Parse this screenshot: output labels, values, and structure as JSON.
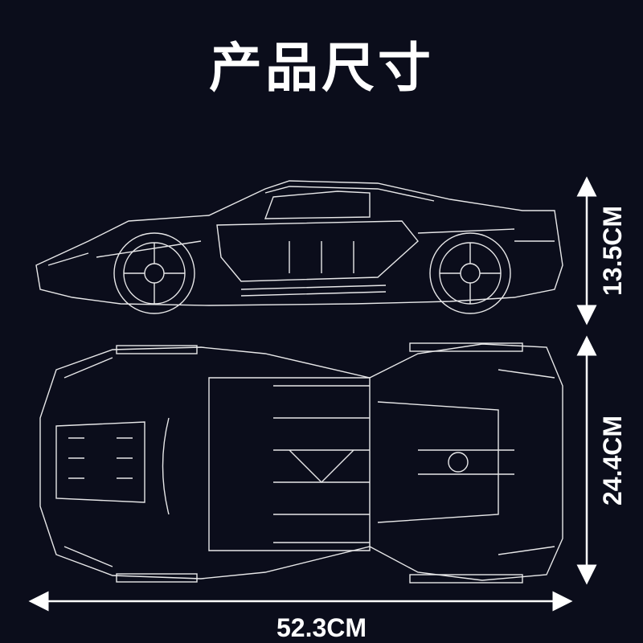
{
  "title": "产品尺寸",
  "dimensions": {
    "height": "13.5CM",
    "width": "24.4CM",
    "length": "52.3CM"
  },
  "colors": {
    "background": "#0b0d1b",
    "line": "#ffffff"
  }
}
